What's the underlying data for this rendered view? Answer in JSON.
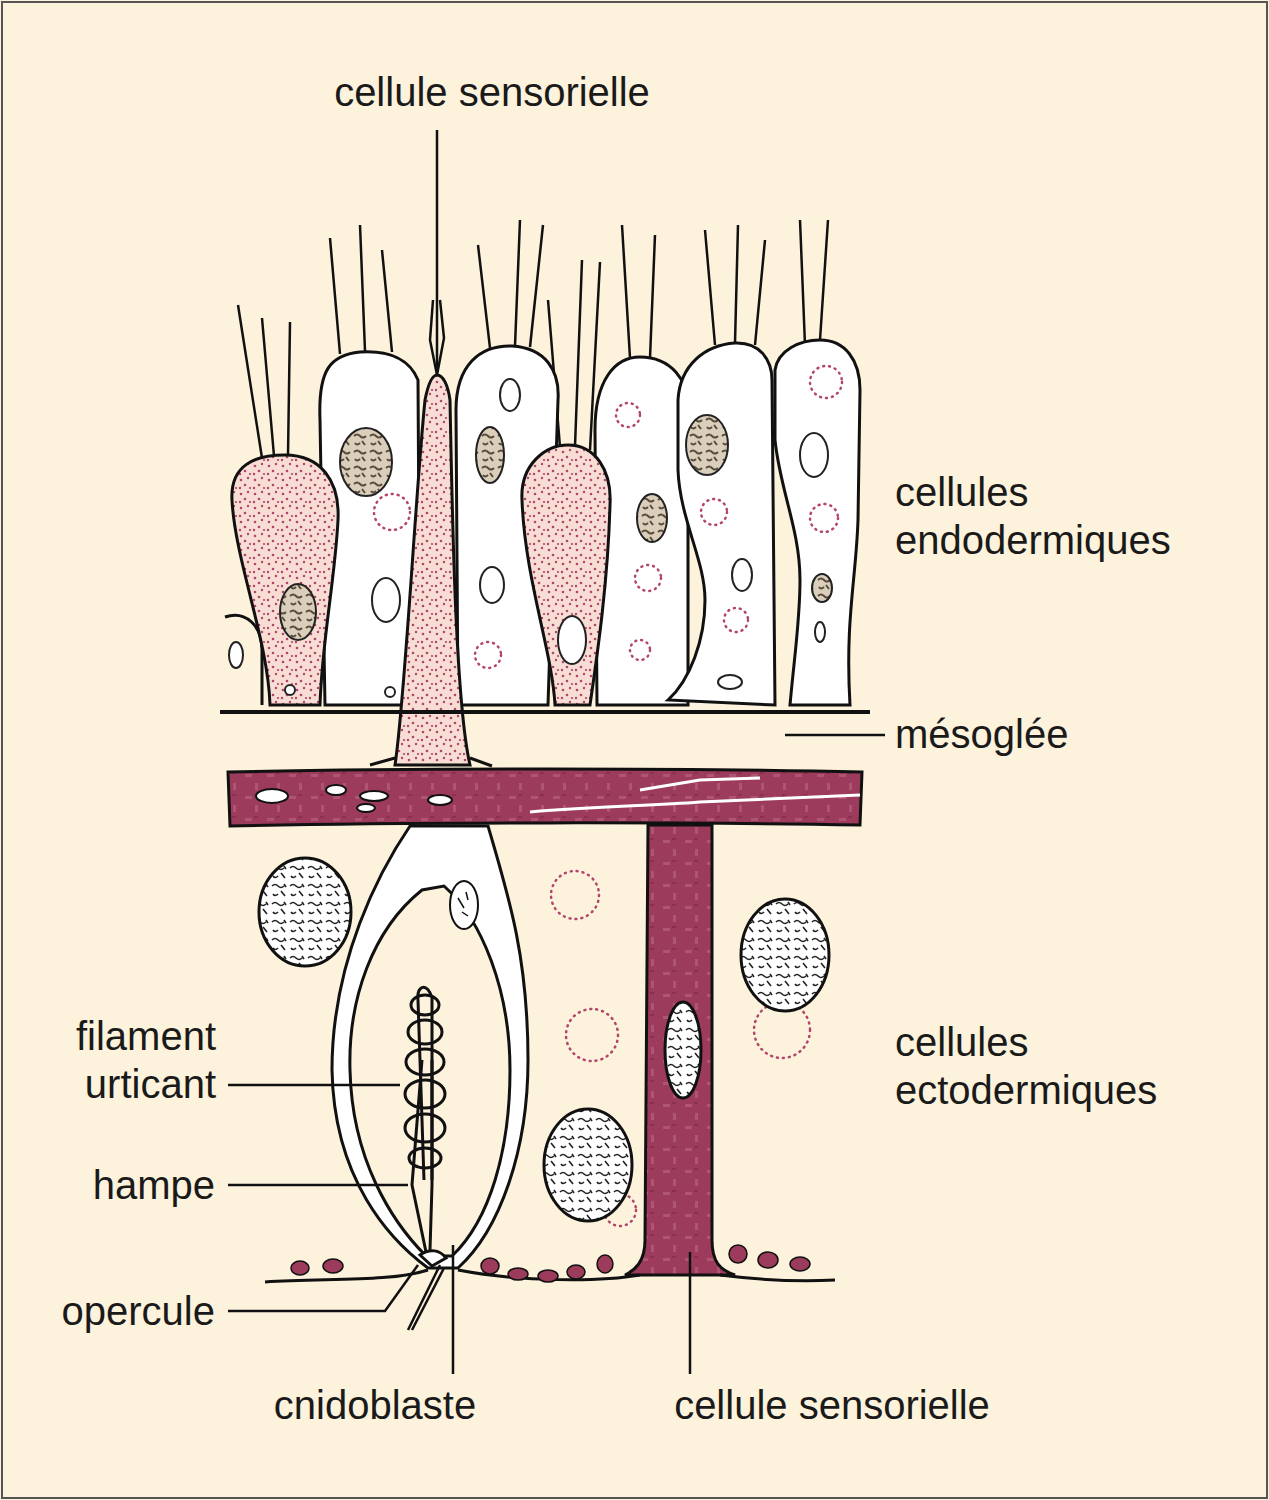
{
  "diagram": {
    "labels": [
      "cellule sensorielle",
      "cellules endodermiques",
      "mésoglée",
      "filament urticant",
      "hampe",
      "opercule",
      "cnidoblaste",
      "cellule sensorielle",
      "cellules ectodermiques"
    ]
  }
}
